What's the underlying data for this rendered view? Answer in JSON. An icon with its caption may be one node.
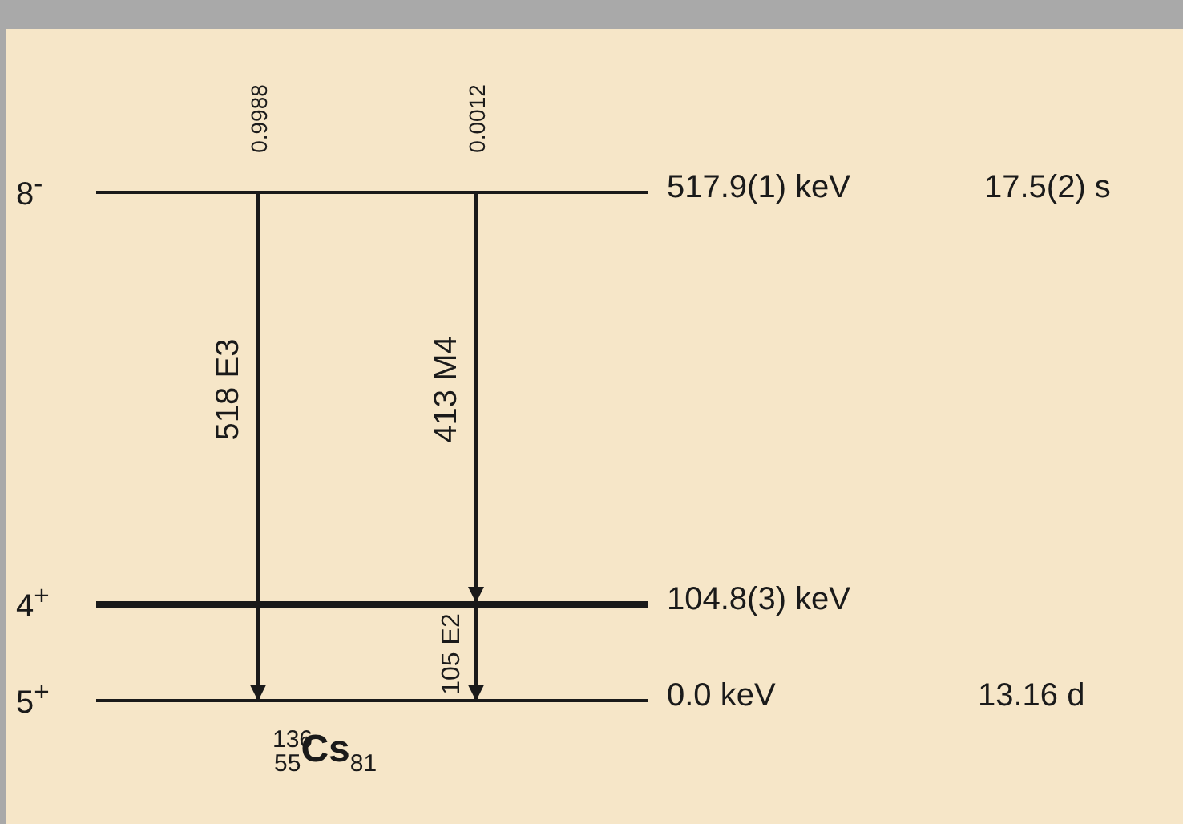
{
  "diagram": {
    "nodes": [
      {
        "text": [],
        "shape": "bar",
        "beside": [
          "8$^{-}$",
          "517.9(1) keV"
        ]
      },
      {
        "text": [],
        "shape": "bar",
        "beside": [
          "4$^{+}$",
          "104.8(3) keV"
        ]
      },
      {
        "text": [],
        "shape": "bar",
        "beside": [
          "5$^{+}$",
          "0.0 keV"
        ]
      }
    ],
    "edges": [
      {
        "from": 0,
        "to": 2,
        "arrow": "to",
        "label": "518 E3"
      },
      {
        "from": 0,
        "to": 1,
        "arrow": "to",
        "label": "413 M4"
      },
      {
        "from": 1,
        "to": 2,
        "arrow": "to",
        "label": "105 E2"
      }
    ],
    "labels": [
      "0.9988",
      "0.0012",
      "17.5(2) s",
      "13.16 d",
      "$^{136}$$_{55}$Cs$_{81}$"
    ]
  }
}
